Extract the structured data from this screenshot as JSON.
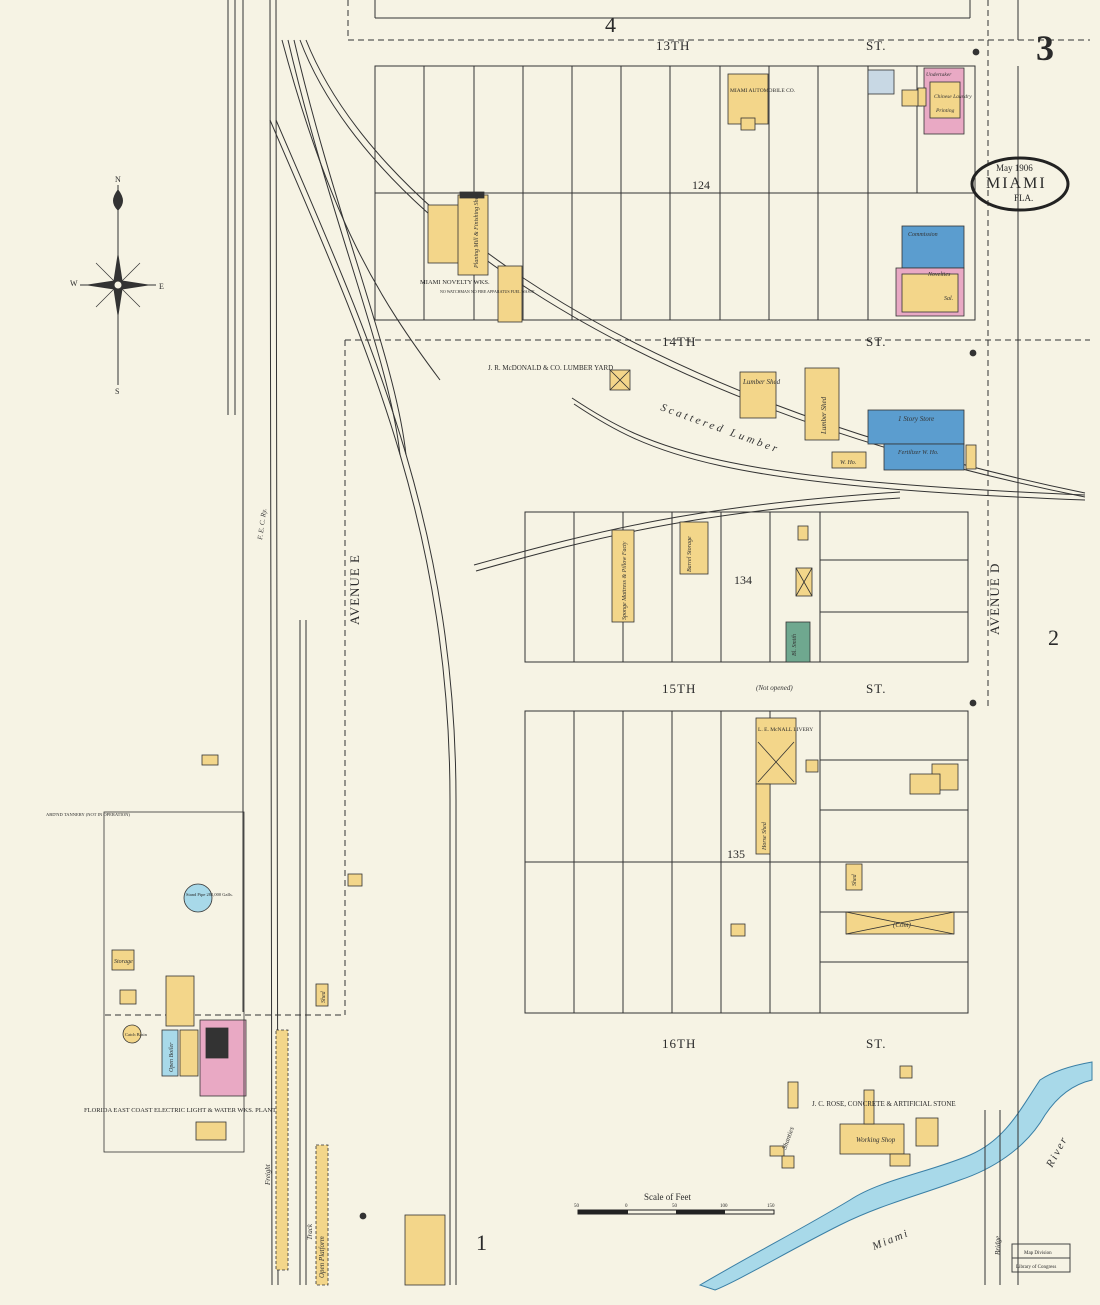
{
  "sheet": {
    "number": "3",
    "adjacent_top": "4",
    "adjacent_right": "2",
    "adjacent_bottom": "1"
  },
  "cartouche": {
    "date": "May 1906",
    "city": "MIAMI",
    "state": "FLA."
  },
  "streets": {
    "s13": {
      "label": "13TH",
      "suffix": "ST."
    },
    "s14": {
      "label": "14TH",
      "suffix": "ST."
    },
    "s15": {
      "label": "15TH",
      "suffix": "ST.",
      "note": "(Not opened)"
    },
    "s16": {
      "label": "16TH",
      "suffix": "ST."
    },
    "avenue_e": "AVENUE E",
    "avenue_d": "AVENUE D",
    "railway": "F. E. C. Ry."
  },
  "blocks": {
    "b124": "124",
    "b134": "134",
    "b135": "135"
  },
  "compass": {
    "n": "N",
    "s": "S",
    "e": "E",
    "w": "W"
  },
  "labels": {
    "miami_auto": "MIAMI AUTOMOBILE CO.",
    "novelty": "MIAMI NOVELTY WKS.",
    "novelty_note": "NO WATCHMAN NO FIRE APPARATUS FUEL WASTE",
    "planing": "Planing Mill & Finishing Shop",
    "lumber_yard": "J. R. McDONALD & CO. LUMBER YARD",
    "lumber_shed": "Lumber Shed",
    "lumber_shed2": "Lumber Shed",
    "scattered": "Scattered Lumber",
    "store": "1 Story Store",
    "fertilizer": "Fertilizer W. Ho.",
    "wareho": "W. Ho.",
    "undertaker": "Undertaker",
    "laundry": "Chinese Laundry",
    "printing": "Printing",
    "commission": "Commission",
    "novelties": "Novelties",
    "sal": "Sal.",
    "sponge": "Sponge Mattress & Pillow Facty",
    "barrel": "Barrel Storage",
    "blsmith": "Bl. Smith",
    "livery": "L. E. McNALL LIVERY",
    "horse_shed": "Horse Shed",
    "shed": "Shed",
    "shed2": "Shed",
    "com": "(Com)",
    "rose": "J. C. ROSE, CONCRETE & ARTIFICIAL STONE",
    "working_shop": "Working Shop",
    "shanties": "Shanties",
    "electric_plant": "FLORIDA EAST COAST ELECTRIC LIGHT & WATER WKS. PLANT",
    "stand_pipe": "Stand Pipe 282,000 Galls.",
    "storage": "Storage",
    "catch_basin": "Catch Basin",
    "open_boiler": "Open Boiler",
    "tannery": "ABD'ND TANNERY (NOT IN OPERATION)",
    "miami_river_a": "Miami",
    "miami_river_b": "River",
    "bridge": "Bridge",
    "freight": "Freight",
    "track": "Track",
    "platform": "Open Platform"
  },
  "scale": {
    "title": "Scale of Feet",
    "ticks": [
      "50",
      "0",
      "50",
      "100",
      "150"
    ]
  },
  "stamp": {
    "line1": "Map Division",
    "line2": "Library of Congress"
  },
  "colors": {
    "paper": "#f6f3e4",
    "frame": "#f3d68a",
    "brick": "#e9a9c4",
    "stone": "#5b9dcf",
    "water": "#a8d9e9",
    "special": "#6fa88f"
  }
}
